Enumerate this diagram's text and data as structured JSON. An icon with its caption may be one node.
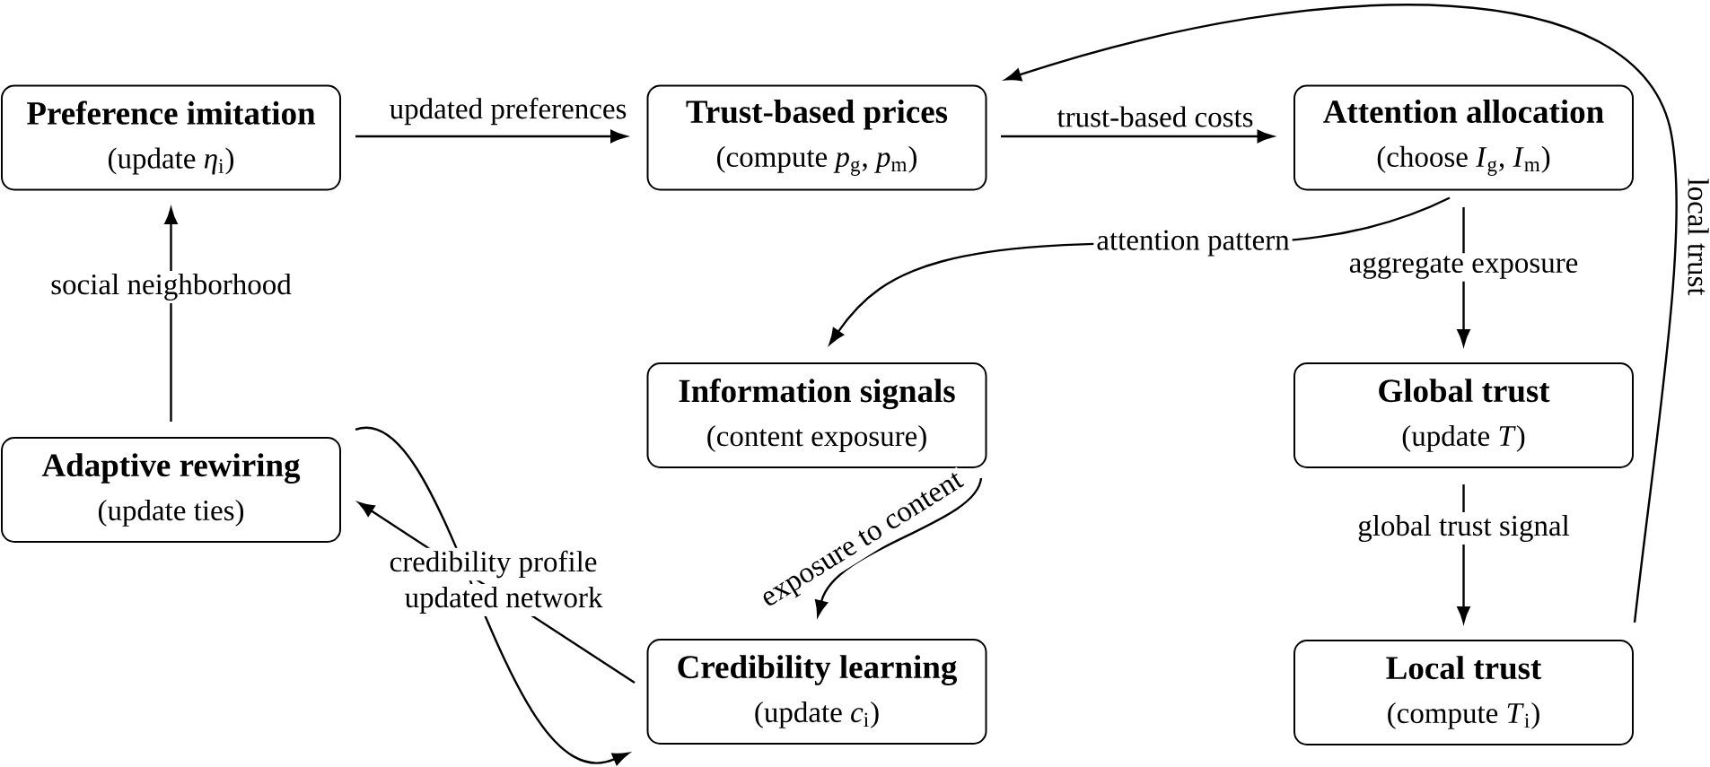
{
  "diagram": {
    "nodes": [
      {
        "text": [
          "Preference imitation",
          "(update *η*$_{i}$)"
        ]
      },
      {
        "text": [
          "Trust-based prices",
          "(compute *p*$_{g}$, *p*$_{m}$)"
        ]
      },
      {
        "text": [
          "Attention allocation",
          "(choose *I*$_{g}$, *I*$_{m}$)"
        ]
      },
      {
        "text": [
          "Information signals",
          "(content exposure)"
        ]
      },
      {
        "text": [
          "Global trust",
          "(update *T*)"
        ]
      },
      {
        "text": [
          "Adaptive rewiring",
          "(update ties)"
        ]
      },
      {
        "text": [
          "Credibility learning",
          "(update *c*$_{i}$)"
        ]
      },
      {
        "text": [
          "Local trust",
          "(compute *T*$_{i}$)"
        ]
      }
    ],
    "edges": [
      {
        "from": 0,
        "to": 1,
        "arrow": "to",
        "label": "updated preferences"
      },
      {
        "from": 1,
        "to": 2,
        "arrow": "to",
        "label": "trust-based costs"
      },
      {
        "from": 5,
        "to": 0,
        "arrow": "to",
        "label": "social neighborhood"
      },
      {
        "from": 2,
        "to": 3,
        "arrow": "to",
        "label": "attention pattern"
      },
      {
        "from": 2,
        "to": 4,
        "arrow": "to",
        "label": "aggregate exposure"
      },
      {
        "from": 7,
        "to": 1,
        "arrow": "to",
        "label": "local trust"
      },
      {
        "from": 3,
        "to": 6,
        "arrow": "to",
        "label": "exposure to content"
      },
      {
        "from": 4,
        "to": 7,
        "arrow": "to",
        "label": "global trust signal"
      },
      {
        "from": 6,
        "to": 5,
        "arrow": "to",
        "label": "credibility profile"
      },
      {
        "from": 5,
        "to": 6,
        "arrow": "to",
        "label": "updated network"
      }
    ]
  }
}
